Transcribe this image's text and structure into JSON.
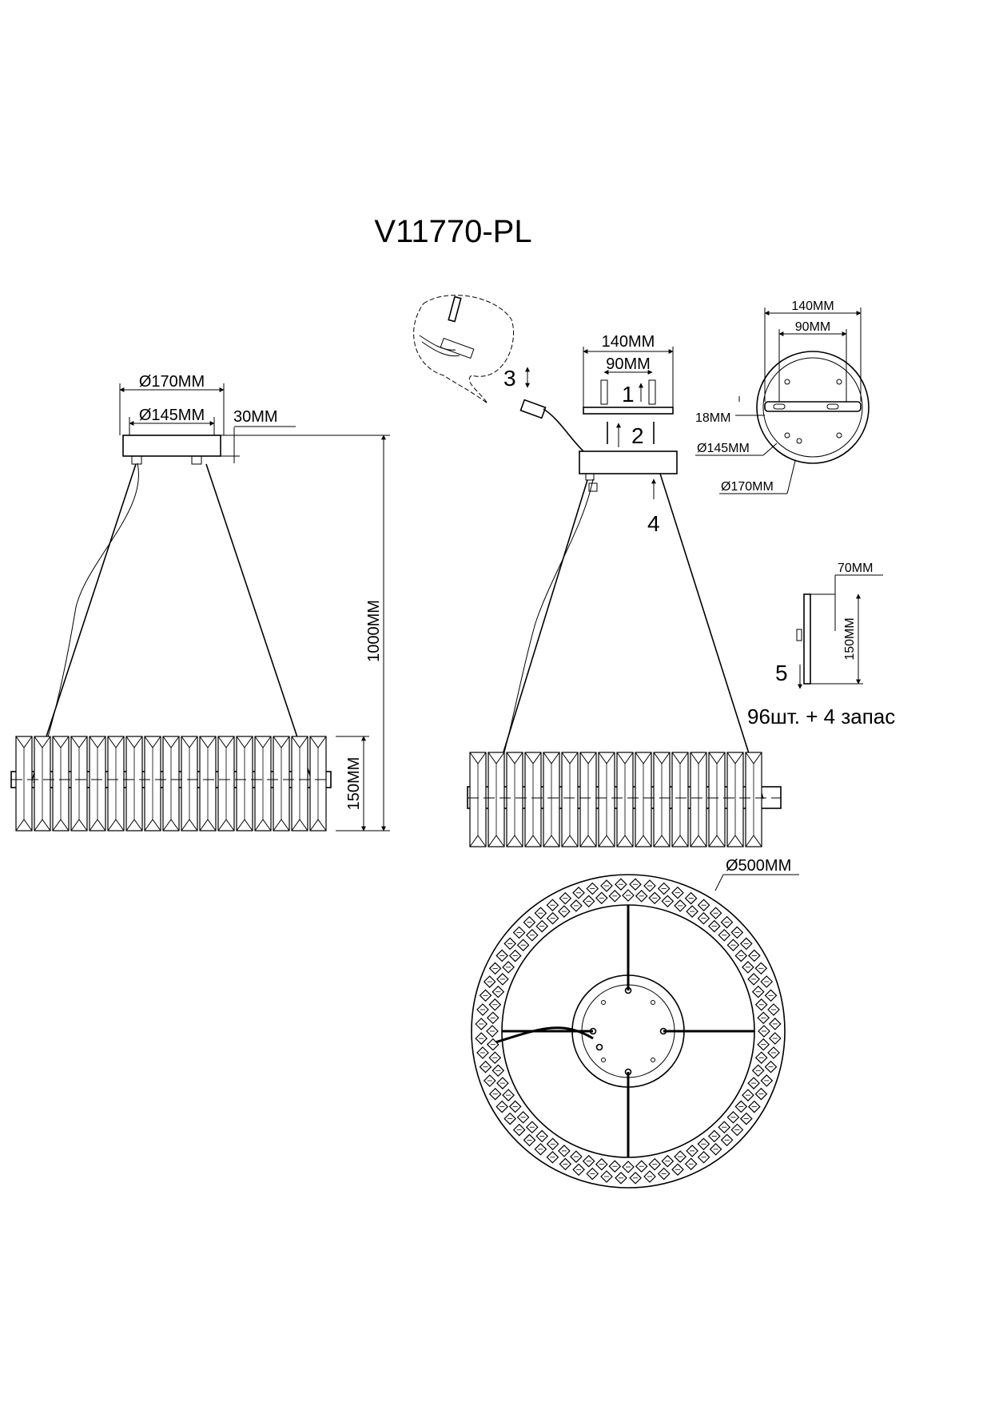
{
  "title": "V11770-PL",
  "front_view": {
    "canopy_outer_diameter": "Ø170MM",
    "canopy_inner_diameter": "Ø145MM",
    "canopy_height": "30MM",
    "overall_height": "1000MM",
    "shade_height": "150MM"
  },
  "install_view": {
    "plate_width": "140MM",
    "hole_spacing": "90MM",
    "step_1": "1",
    "step_2": "2",
    "step_3": "3",
    "step_4": "4"
  },
  "plate_top_view": {
    "plate_width": "140MM",
    "hole_spacing": "90MM",
    "plate_thickness": "18MM",
    "inner_diameter": "Ø145MM",
    "outer_diameter": "Ø170MM"
  },
  "crystal_detail": {
    "width": "70MM",
    "height": "150MM",
    "step_5": "5",
    "quantity_note": "96шт. + 4 запас"
  },
  "bottom_view": {
    "diameter": "Ø500MM"
  }
}
